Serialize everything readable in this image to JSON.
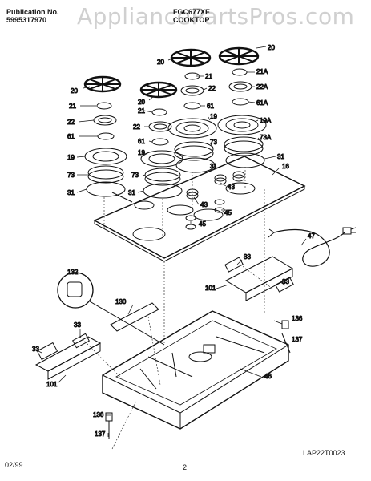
{
  "watermark": "AppliancePartsPros.com",
  "header": {
    "publication_label": "Publication No.",
    "publication_number": "5995317970",
    "model": "FGC677XE",
    "section": "COOKTOP"
  },
  "footer": {
    "date": "02/99",
    "page": "2",
    "drawing_id": "LAP22T0023"
  },
  "part_labels": [
    "20",
    "20",
    "20",
    "20",
    "21",
    "21",
    "21",
    "21A",
    "22",
    "22",
    "22",
    "22A",
    "61",
    "61",
    "61",
    "61A",
    "19",
    "19",
    "19",
    "19A",
    "73",
    "73",
    "73",
    "73A",
    "31",
    "31",
    "31",
    "31",
    "16",
    "43",
    "43",
    "45",
    "45",
    "47",
    "33",
    "33",
    "33",
    "33",
    "132",
    "101",
    "101",
    "130",
    "136",
    "136",
    "137",
    "137",
    "46"
  ]
}
